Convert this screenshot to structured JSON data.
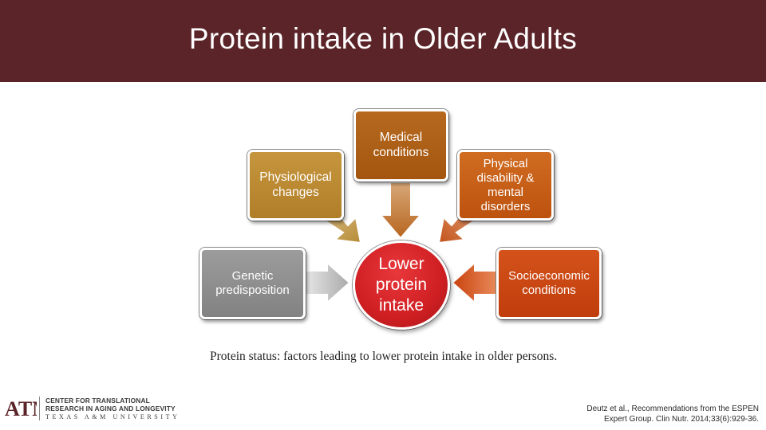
{
  "slide": {
    "title": "Protein intake in Older Adults"
  },
  "diagram": {
    "center": "Lower\nprotein\nintake",
    "factors": {
      "medical": "Medical\nconditions",
      "physiological": "Physiological\nchanges",
      "physical": "Physical\ndisability &\nmental\ndisorders",
      "genetic": "Genetic\npredisposition",
      "socioeconomic": "Socioeconomic\nconditions"
    },
    "caption": "Protein status: factors leading to lower protein intake in older persons."
  },
  "footer": {
    "logo_text": "ATM",
    "center_line1": "CENTER FOR TRANSLATIONAL",
    "center_line2": "RESEARCH IN AGING AND LONGEVITY",
    "university": "TEXAS A&M UNIVERSITY",
    "citation_line1": "Deutz et al., Recommendations from the ESPEN",
    "citation_line2": "Expert Group. Clin Nutr. 2014;33(6):929-36."
  },
  "colors": {
    "header_maroon": "#5b2428",
    "medical_box": "#a75a14",
    "physiological_box": "#b8862e",
    "physical_box": "#c75a12",
    "genetic_box": "#8d8d8d",
    "socioeconomic_box": "#c8420e",
    "center_red": "#d42024"
  }
}
